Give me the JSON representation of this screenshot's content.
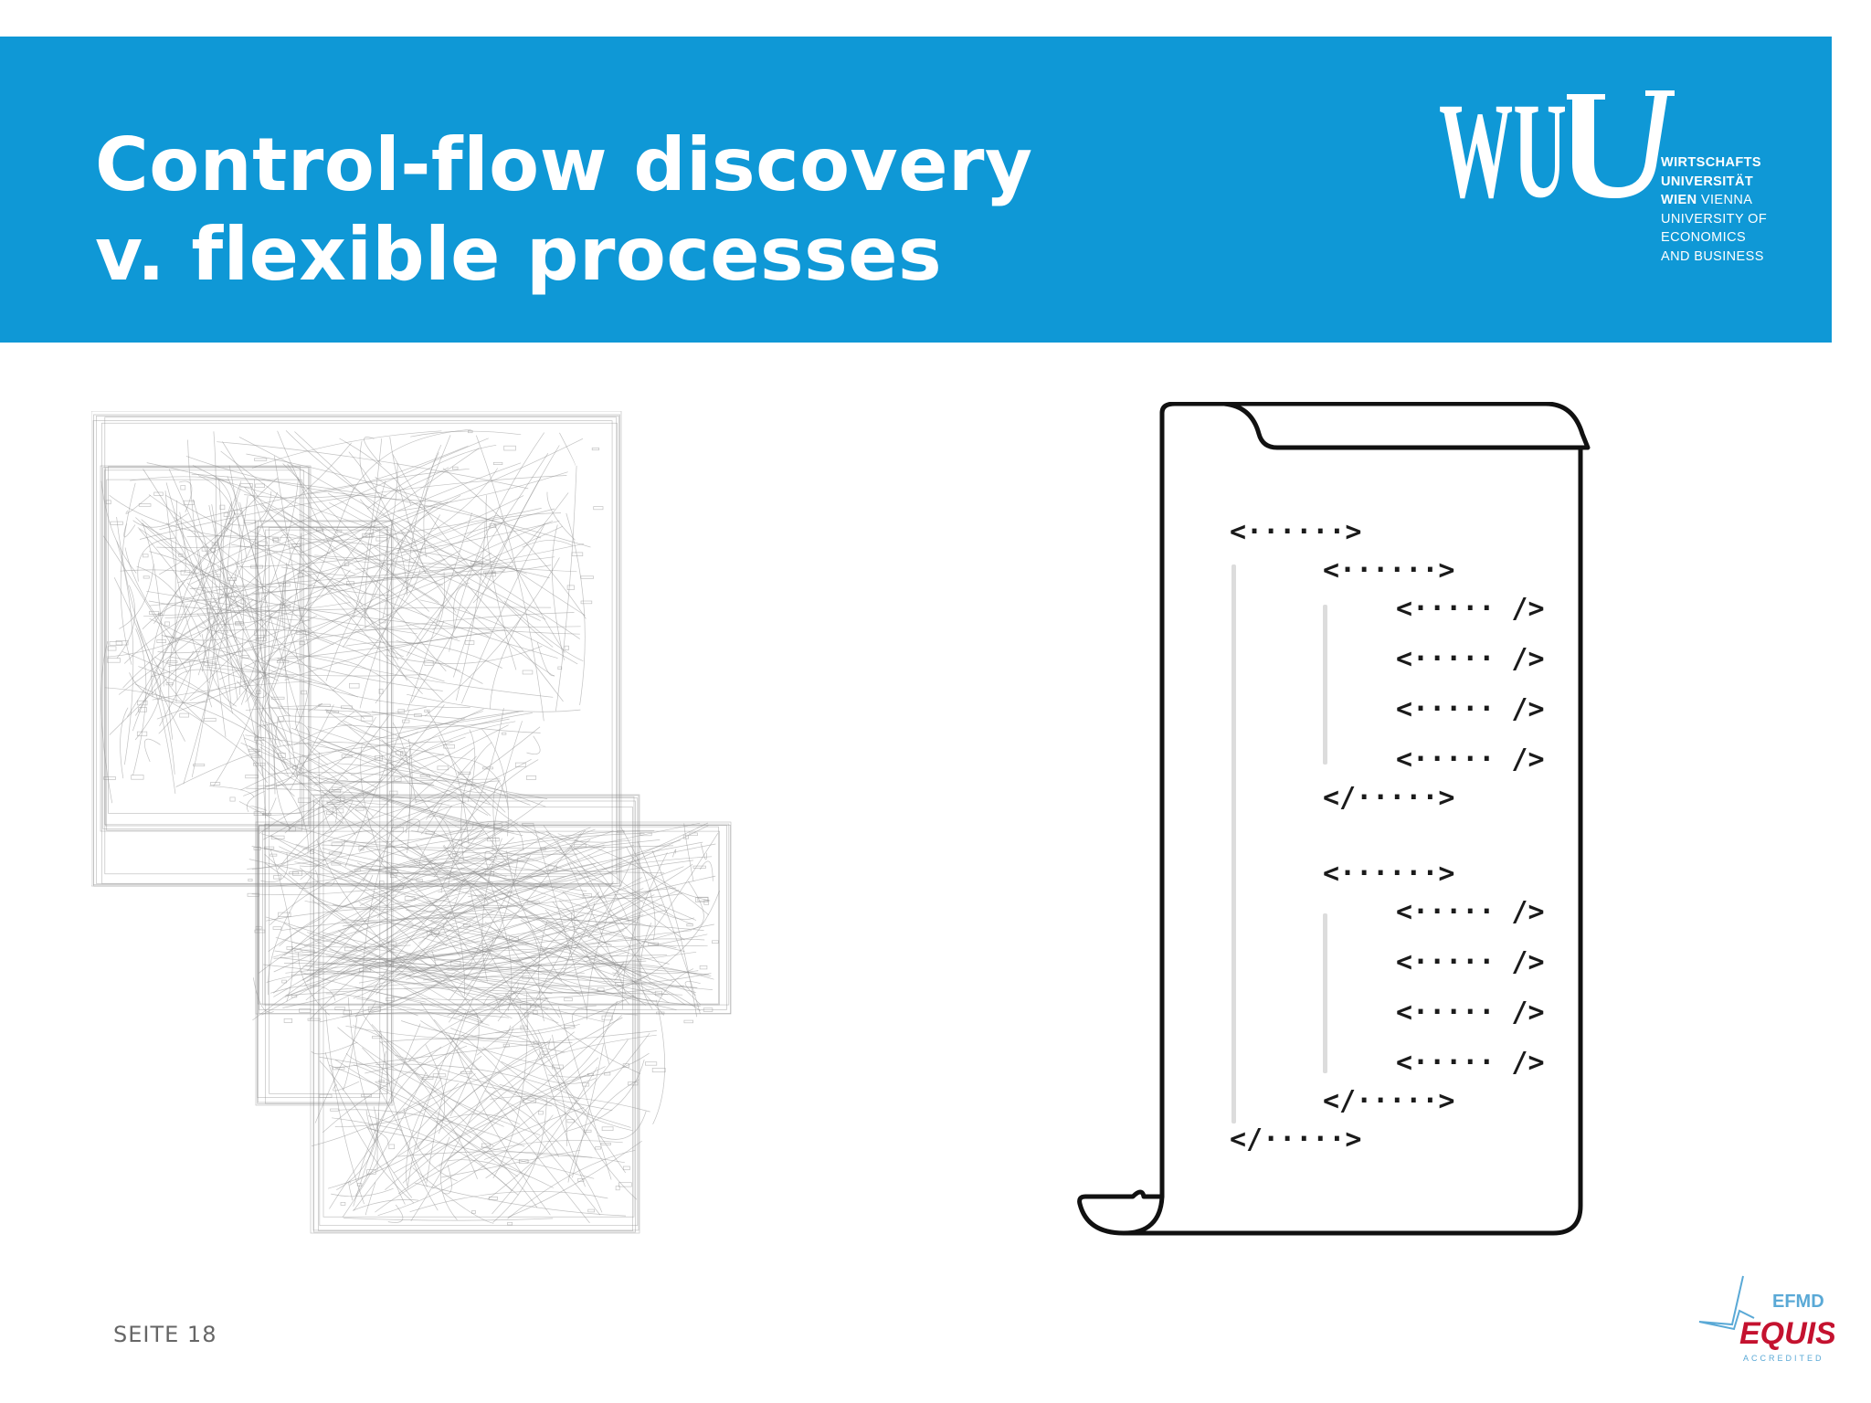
{
  "slide": {
    "title_line1": "Control-flow discovery",
    "title_line2": "v. flexible processes",
    "page_number": "SEITE 18"
  },
  "logo": {
    "mark": "WU",
    "text_lines": [
      {
        "bold": "WIRTSCHAFTS",
        "rest": ""
      },
      {
        "bold": "UNIVERSITÄT",
        "rest": ""
      },
      {
        "bold": "WIEN",
        "rest": " VIENNA"
      },
      {
        "bold": "",
        "rest": "UNIVERSITY OF"
      },
      {
        "bold": "",
        "rest": "ECONOMICS"
      },
      {
        "bold": "",
        "rest": "AND BUSINESS"
      }
    ]
  },
  "accreditation": {
    "top": "EFMD",
    "name": "EQUIS",
    "sub": "ACCREDITED"
  },
  "xml_scroll": {
    "lines": [
      {
        "indent": 0,
        "text": "<······>"
      },
      {
        "indent": 1,
        "text": "<······>"
      },
      {
        "indent": 2,
        "text": "<····· />"
      },
      {
        "indent": 2,
        "text": "<····· />"
      },
      {
        "indent": 2,
        "text": "<····· />"
      },
      {
        "indent": 2,
        "text": "<····· />"
      },
      {
        "indent": 1,
        "text": "</·····>"
      },
      {
        "indent": 1,
        "text": "<······>"
      },
      {
        "indent": 2,
        "text": "<····· />"
      },
      {
        "indent": 2,
        "text": "<····· />"
      },
      {
        "indent": 2,
        "text": "<····· />"
      },
      {
        "indent": 2,
        "text": "<····· />"
      },
      {
        "indent": 1,
        "text": "</·····>"
      },
      {
        "indent": 0,
        "text": "</·····>"
      }
    ]
  },
  "colors": {
    "header_blue": "#0f98d6",
    "equis_red": "#c4122f",
    "equis_blue": "#5aa9d6"
  }
}
